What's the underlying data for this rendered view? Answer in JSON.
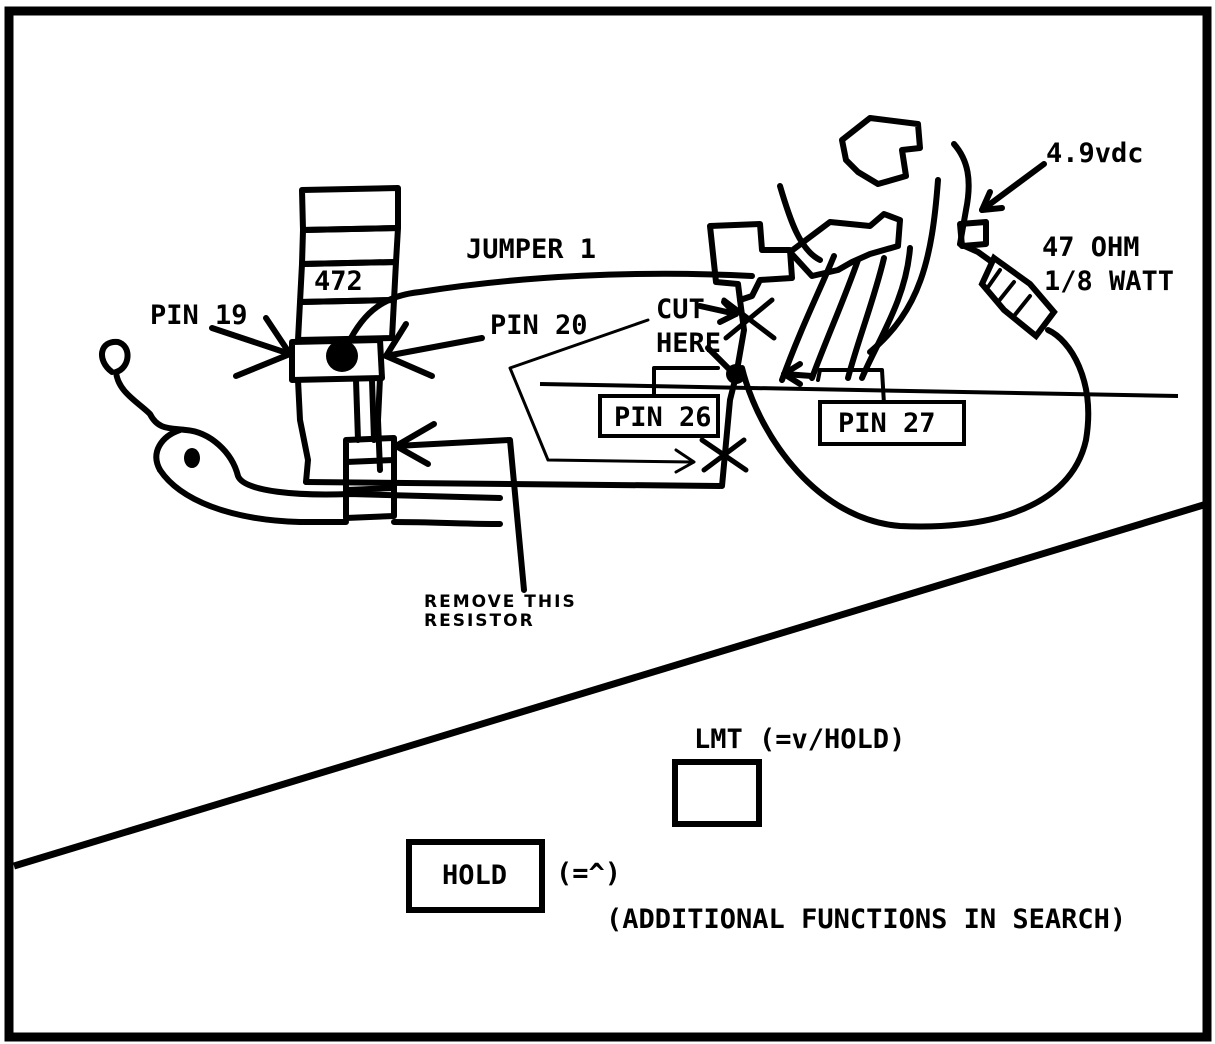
{
  "diagram": {
    "labels": {
      "voltage": "4.9vdc",
      "jumper": "JUMPER 1",
      "resistor_value_line1": "47 OHM",
      "resistor_value_line2": "1/8 WATT",
      "chip_code": "472",
      "pin19": "PIN 19",
      "pin20": "PIN 20",
      "cut_line1": "CUT",
      "cut_line2": "HERE",
      "pin26": "PIN 26",
      "pin27": "PIN 27",
      "remove_line1": "REMOVE THIS",
      "remove_line2": "RESISTOR"
    },
    "keypad": {
      "lmt_label": "LMT (=v/HOLD)",
      "hold_label": "HOLD",
      "hold_note": "(=^)",
      "additional_note": "(ADDITIONAL FUNCTIONS IN SEARCH)"
    }
  }
}
